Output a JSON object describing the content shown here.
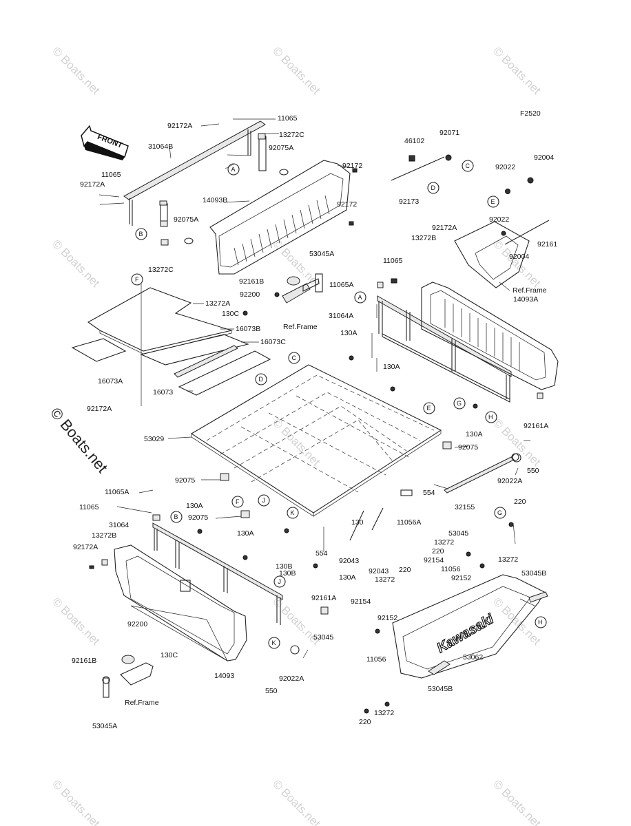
{
  "diagram": {
    "figure_id": "F2520",
    "front_label": "FRONT",
    "brand_text": "Kawasaki",
    "watermark": "© Boats.net",
    "watermark_side": "© Boats.net"
  },
  "parts": [
    {
      "key": "p1",
      "text": "11065"
    },
    {
      "key": "p2",
      "text": "92172A"
    },
    {
      "key": "p3",
      "text": "13272C"
    },
    {
      "key": "p4",
      "text": "31064B"
    },
    {
      "key": "p5",
      "text": "92075A"
    },
    {
      "key": "p6",
      "text": "11065"
    },
    {
      "key": "p7",
      "text": "92172A"
    },
    {
      "key": "p8",
      "text": "92075A"
    },
    {
      "key": "p9",
      "text": "13272C"
    },
    {
      "key": "p10",
      "text": "14093B"
    },
    {
      "key": "p11",
      "text": "92172"
    },
    {
      "key": "p12",
      "text": "92172"
    },
    {
      "key": "p13",
      "text": "46102"
    },
    {
      "key": "p14",
      "text": "92071"
    },
    {
      "key": "p15",
      "text": "92173"
    },
    {
      "key": "p16",
      "text": "92004"
    },
    {
      "key": "p17",
      "text": "92022"
    },
    {
      "key": "p18",
      "text": "92022"
    },
    {
      "key": "p19",
      "text": "92161"
    },
    {
      "key": "p20",
      "text": "92004"
    },
    {
      "key": "p21",
      "text": "92172A"
    },
    {
      "key": "p22",
      "text": "13272B"
    },
    {
      "key": "p23",
      "text": "Ref.Frame"
    },
    {
      "key": "p24",
      "text": "53045A"
    },
    {
      "key": "p25",
      "text": "92161B"
    },
    {
      "key": "p26",
      "text": "92200"
    },
    {
      "key": "p27",
      "text": "130C"
    },
    {
      "key": "p28",
      "text": "Ref.Frame"
    },
    {
      "key": "p29",
      "text": "11065"
    },
    {
      "key": "p30",
      "text": "11065A"
    },
    {
      "key": "p31",
      "text": "31064A"
    },
    {
      "key": "p32",
      "text": "130A"
    },
    {
      "key": "p33",
      "text": "130A"
    },
    {
      "key": "p34",
      "text": "14093A"
    },
    {
      "key": "p35",
      "text": "13272A"
    },
    {
      "key": "p36",
      "text": "16073B"
    },
    {
      "key": "p37",
      "text": "16073C"
    },
    {
      "key": "p38",
      "text": "16073A"
    },
    {
      "key": "p39",
      "text": "16073"
    },
    {
      "key": "p40",
      "text": "92172A"
    },
    {
      "key": "p41",
      "text": "53029"
    },
    {
      "key": "p42",
      "text": "92075"
    },
    {
      "key": "p43",
      "text": "92161A"
    },
    {
      "key": "p44",
      "text": "130A"
    },
    {
      "key": "p45",
      "text": "92075"
    },
    {
      "key": "p46",
      "text": "550"
    },
    {
      "key": "p47",
      "text": "92022A"
    },
    {
      "key": "p48",
      "text": "554"
    },
    {
      "key": "p49",
      "text": "32155"
    },
    {
      "key": "p50",
      "text": "11056A"
    },
    {
      "key": "p51",
      "text": "92075"
    },
    {
      "key": "p52",
      "text": "11065A"
    },
    {
      "key": "p53",
      "text": "11065"
    },
    {
      "key": "p54",
      "text": "130A"
    },
    {
      "key": "p55",
      "text": "31064"
    },
    {
      "key": "p56",
      "text": "13272B"
    },
    {
      "key": "p57",
      "text": "92172A"
    },
    {
      "key": "p58",
      "text": "130A"
    },
    {
      "key": "p59",
      "text": "130"
    },
    {
      "key": "p60",
      "text": "130B"
    },
    {
      "key": "p61",
      "text": "554"
    },
    {
      "key": "p62",
      "text": "92043"
    },
    {
      "key": "p63",
      "text": "92043"
    },
    {
      "key": "p64",
      "text": "130B"
    },
    {
      "key": "p65",
      "text": "130A"
    },
    {
      "key": "p66",
      "text": "92161A"
    },
    {
      "key": "p67",
      "text": "220"
    },
    {
      "key": "p68",
      "text": "53045"
    },
    {
      "key": "p69",
      "text": "13272"
    },
    {
      "key": "p70",
      "text": "220"
    },
    {
      "key": "p71",
      "text": "13272"
    },
    {
      "key": "p72",
      "text": "92154"
    },
    {
      "key": "p73",
      "text": "11056"
    },
    {
      "key": "p74",
      "text": "92152"
    },
    {
      "key": "p75",
      "text": "53045B"
    },
    {
      "key": "p76",
      "text": "13272"
    },
    {
      "key": "p77",
      "text": "220"
    },
    {
      "key": "p78",
      "text": "92154"
    },
    {
      "key": "p79",
      "text": "92152"
    },
    {
      "key": "p80",
      "text": "53045"
    },
    {
      "key": "p81",
      "text": "11056"
    },
    {
      "key": "p82",
      "text": "53062"
    },
    {
      "key": "p83",
      "text": "53045B"
    },
    {
      "key": "p84",
      "text": "13272"
    },
    {
      "key": "p85",
      "text": "220"
    },
    {
      "key": "p86",
      "text": "92200"
    },
    {
      "key": "p87",
      "text": "130C"
    },
    {
      "key": "p88",
      "text": "92161B"
    },
    {
      "key": "p89",
      "text": "Ref.Frame"
    },
    {
      "key": "p90",
      "text": "53045A"
    },
    {
      "key": "p91",
      "text": "14093"
    },
    {
      "key": "p92",
      "text": "550"
    },
    {
      "key": "p93",
      "text": "92022A"
    }
  ],
  "callouts": [
    {
      "key": "c1",
      "text": "A"
    },
    {
      "key": "c2",
      "text": "B"
    },
    {
      "key": "c3",
      "text": "C"
    },
    {
      "key": "c4",
      "text": "D"
    },
    {
      "key": "c5",
      "text": "E"
    },
    {
      "key": "c6",
      "text": "F"
    },
    {
      "key": "c7",
      "text": "A"
    },
    {
      "key": "c8",
      "text": "C"
    },
    {
      "key": "c9",
      "text": "D"
    },
    {
      "key": "c10",
      "text": "E"
    },
    {
      "key": "c11",
      "text": "G"
    },
    {
      "key": "c12",
      "text": "H"
    },
    {
      "key": "c13",
      "text": "F"
    },
    {
      "key": "c14",
      "text": "J"
    },
    {
      "key": "c15",
      "text": "K"
    },
    {
      "key": "c16",
      "text": "B"
    },
    {
      "key": "c17",
      "text": "J"
    },
    {
      "key": "c18",
      "text": "K"
    },
    {
      "key": "c19",
      "text": "G"
    },
    {
      "key": "c20",
      "text": "H"
    }
  ]
}
